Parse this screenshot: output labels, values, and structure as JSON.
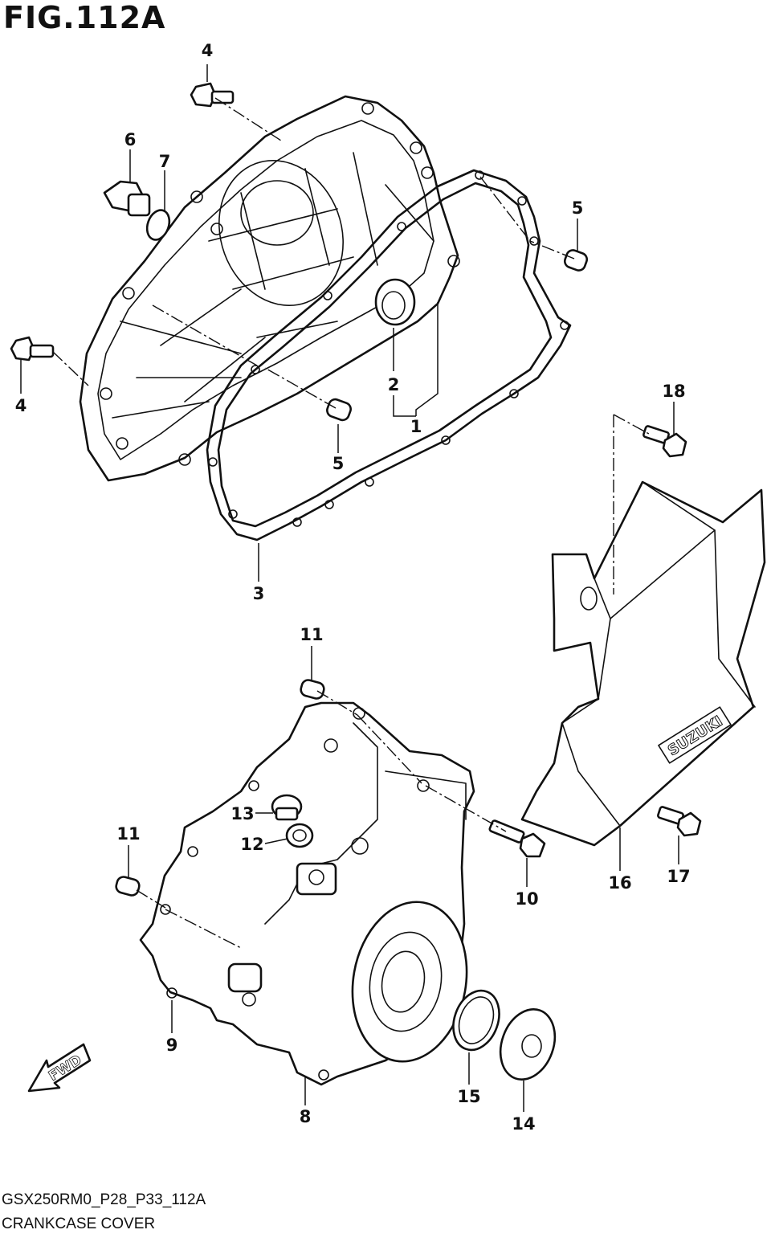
{
  "figure": {
    "title": "FIG.112A",
    "code": "GSX250RM0_P28_P33_112A",
    "name": "CRANKCASE COVER",
    "direction_label": "FWD",
    "brand_mark": "SUZUKI"
  },
  "callouts": [
    "1",
    "2",
    "3",
    "4",
    "4",
    "5",
    "5",
    "6",
    "7",
    "8",
    "9",
    "10",
    "11",
    "11",
    "12",
    "13",
    "14",
    "15",
    "16",
    "17",
    "18"
  ]
}
